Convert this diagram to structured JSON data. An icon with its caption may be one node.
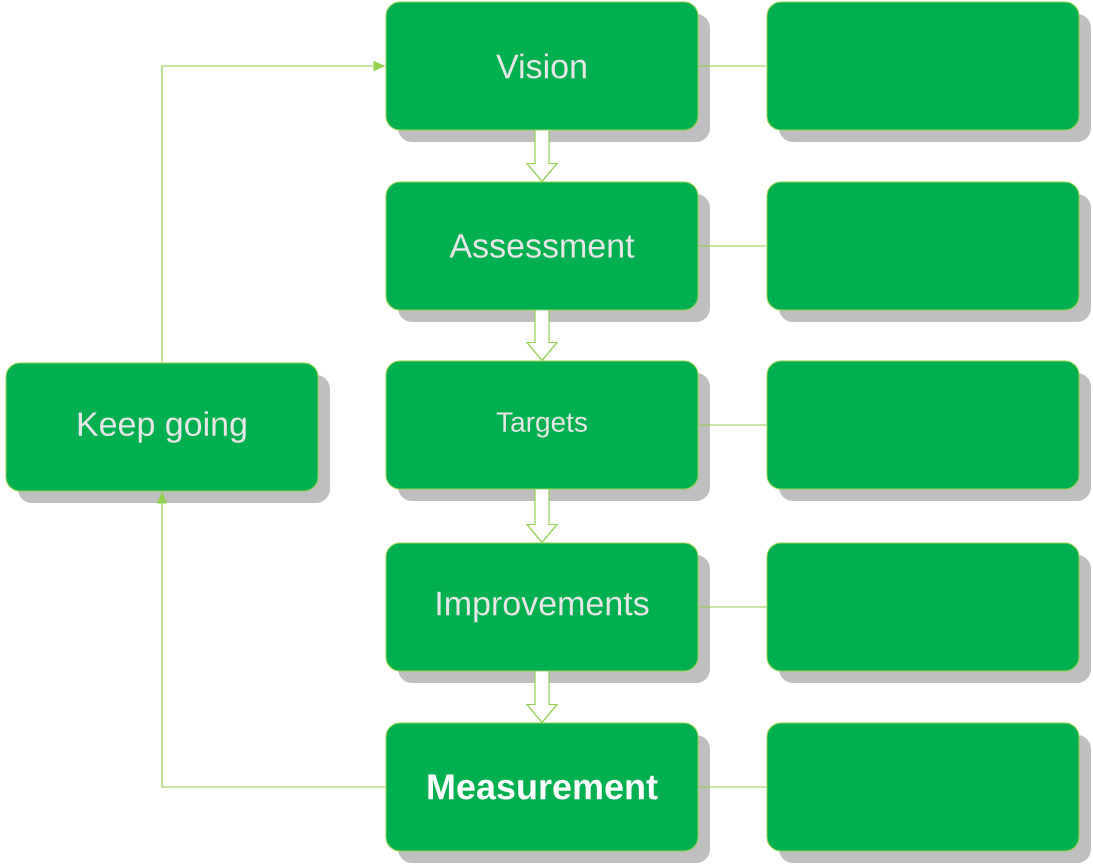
{
  "diagram": {
    "nodes": [
      {
        "text": [
          "Vision"
        ]
      },
      {
        "text": [],
        "shape": "box"
      },
      {
        "text": [
          "Assessment"
        ]
      },
      {
        "text": [],
        "shape": "box"
      },
      {
        "text": [
          "Targets"
        ]
      },
      {
        "text": [],
        "shape": "box"
      },
      {
        "text": [
          "Improvements"
        ]
      },
      {
        "text": [],
        "shape": "box"
      },
      {
        "text": [
          "Measurement"
        ]
      },
      {
        "text": [],
        "shape": "box"
      },
      {
        "text": [
          "Keep going"
        ]
      }
    ],
    "edges": [
      {
        "from": 0,
        "to": 2,
        "arrow": "to",
        "style": "thick"
      },
      {
        "from": 2,
        "to": 4,
        "arrow": "to",
        "style": "thick"
      },
      {
        "from": 4,
        "to": 6,
        "arrow": "to",
        "style": "thick"
      },
      {
        "from": 6,
        "to": 8,
        "arrow": "to",
        "style": "thick"
      },
      {
        "from": 0,
        "to": 1,
        "arrow": "none"
      },
      {
        "from": 2,
        "to": 3,
        "arrow": "none"
      },
      {
        "from": 4,
        "to": 5,
        "arrow": "none"
      },
      {
        "from": 6,
        "to": 7,
        "arrow": "none"
      },
      {
        "from": 8,
        "to": 9,
        "arrow": "none"
      },
      {
        "from": 10,
        "to": 0,
        "arrow": "to"
      },
      {
        "from": 8,
        "to": 10,
        "arrow": "to"
      }
    ]
  }
}
